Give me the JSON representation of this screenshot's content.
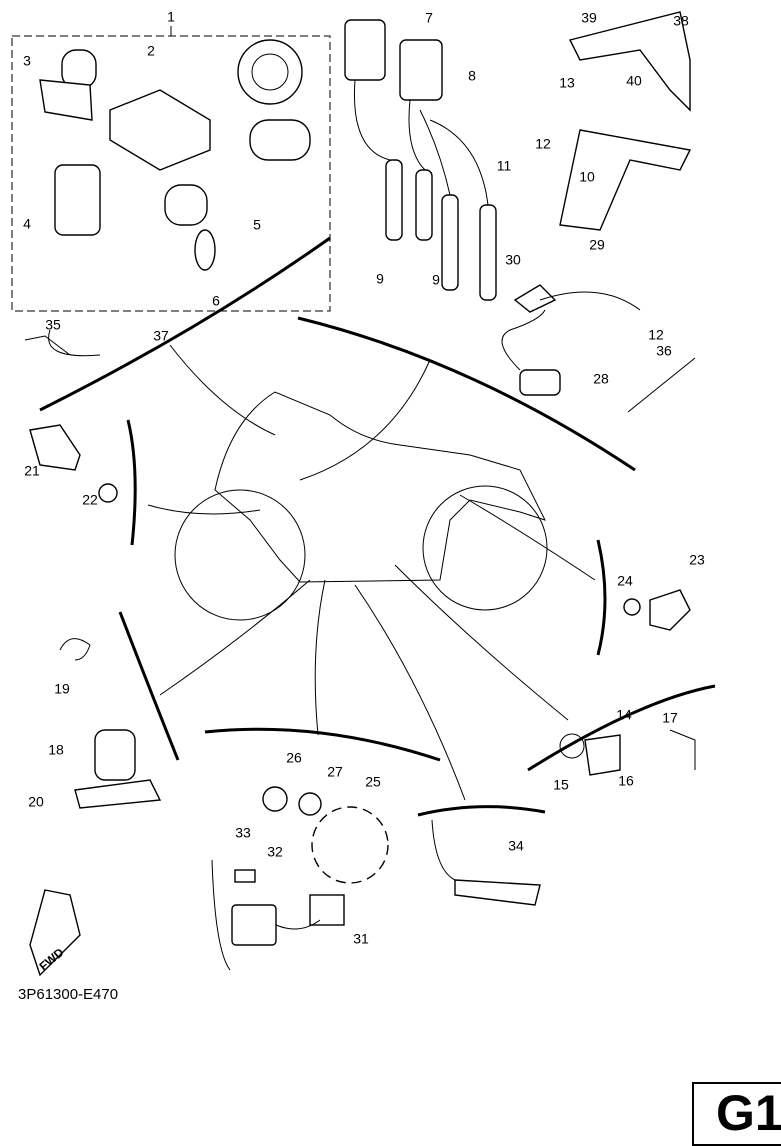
{
  "diagram": {
    "part_labels": [
      "1",
      "2",
      "3",
      "4",
      "5",
      "6",
      "7",
      "8",
      "9",
      "9",
      "10",
      "11",
      "12",
      "12",
      "13",
      "14",
      "15",
      "16",
      "17",
      "18",
      "19",
      "20",
      "21",
      "22",
      "23",
      "24",
      "25",
      "26",
      "27",
      "28",
      "29",
      "30",
      "31",
      "32",
      "33",
      "34",
      "35",
      "36",
      "37",
      "38",
      "39",
      "40"
    ],
    "fwd_label": "FWD",
    "diagram_code": "3P61300-E470",
    "page_label": "G1"
  }
}
